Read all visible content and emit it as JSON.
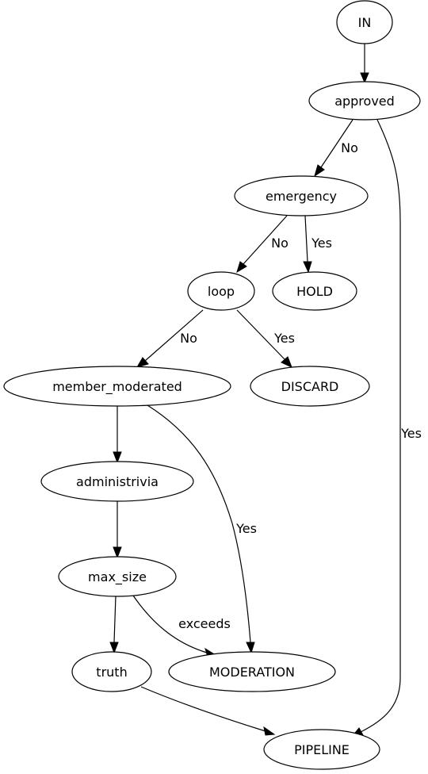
{
  "nodes": {
    "in": "IN",
    "approved": "approved",
    "emergency": "emergency",
    "loop": "loop",
    "hold": "HOLD",
    "member_moderated": "member_moderated",
    "discard": "DISCARD",
    "administrivia": "administrivia",
    "max_size": "max_size",
    "truth": "truth",
    "moderation": "MODERATION",
    "pipeline": "PIPELINE"
  },
  "edges": {
    "approved_emergency": "No",
    "approved_pipeline": "Yes",
    "emergency_loop": "No",
    "emergency_hold": "Yes",
    "loop_member_moderated": "No",
    "loop_discard": "Yes",
    "member_moderated_moderation": "Yes",
    "max_size_moderation": "exceeds"
  }
}
